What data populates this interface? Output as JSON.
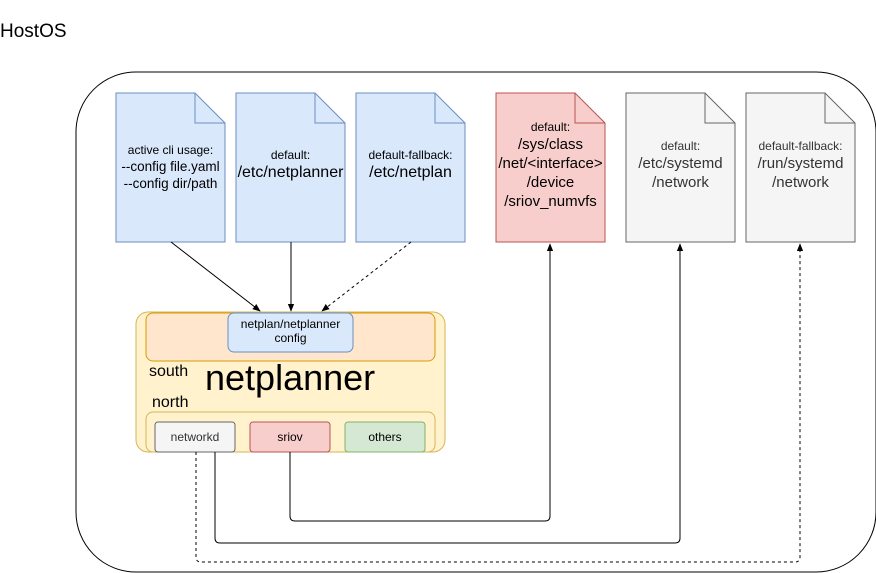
{
  "host_label": "HostOS",
  "docs": [
    {
      "id": "cli",
      "lines": [
        "active cli usage:",
        "--config file.yaml",
        "--config dir/path"
      ]
    },
    {
      "id": "default-netplanner",
      "lines": [
        "default:",
        "/etc/netplanner"
      ]
    },
    {
      "id": "fallback-netplan",
      "lines": [
        "default-fallback:",
        "/etc/netplan"
      ]
    },
    {
      "id": "sriov-sys",
      "lines": [
        "default:",
        "/sys/class",
        "/net/<interface>",
        "/device",
        "/sriov_numvfs"
      ]
    },
    {
      "id": "systemd-default",
      "lines": [
        "default:",
        "/etc/systemd",
        "/network"
      ]
    },
    {
      "id": "systemd-fallback",
      "lines": [
        "default-fallback:",
        "/run/systemd",
        "/network"
      ]
    }
  ],
  "netplanner": {
    "title": "netplanner",
    "config_label_1": "netplan/netplanner",
    "config_label_2": "config",
    "south_label": "south",
    "north_label": "north",
    "plugins": {
      "networkd": "networkd",
      "sriov": "sriov",
      "others": "others"
    }
  },
  "colors": {
    "doc_blue_fill": "#dae8fc",
    "doc_blue_stroke": "#6c8ebf",
    "doc_red_fill": "#f8cecc",
    "doc_red_stroke": "#b85450",
    "doc_gray_fill": "#f5f5f5",
    "doc_gray_stroke": "#666666",
    "outer_fill": "#fff2cc",
    "outer_stroke": "#d6b656",
    "south_fill": "#ffe6cc",
    "south_stroke": "#d79b00",
    "networkd_fill": "#f5f5f5",
    "sriov_fill": "#f8cecc",
    "others_fill": "#d5e8d4"
  }
}
